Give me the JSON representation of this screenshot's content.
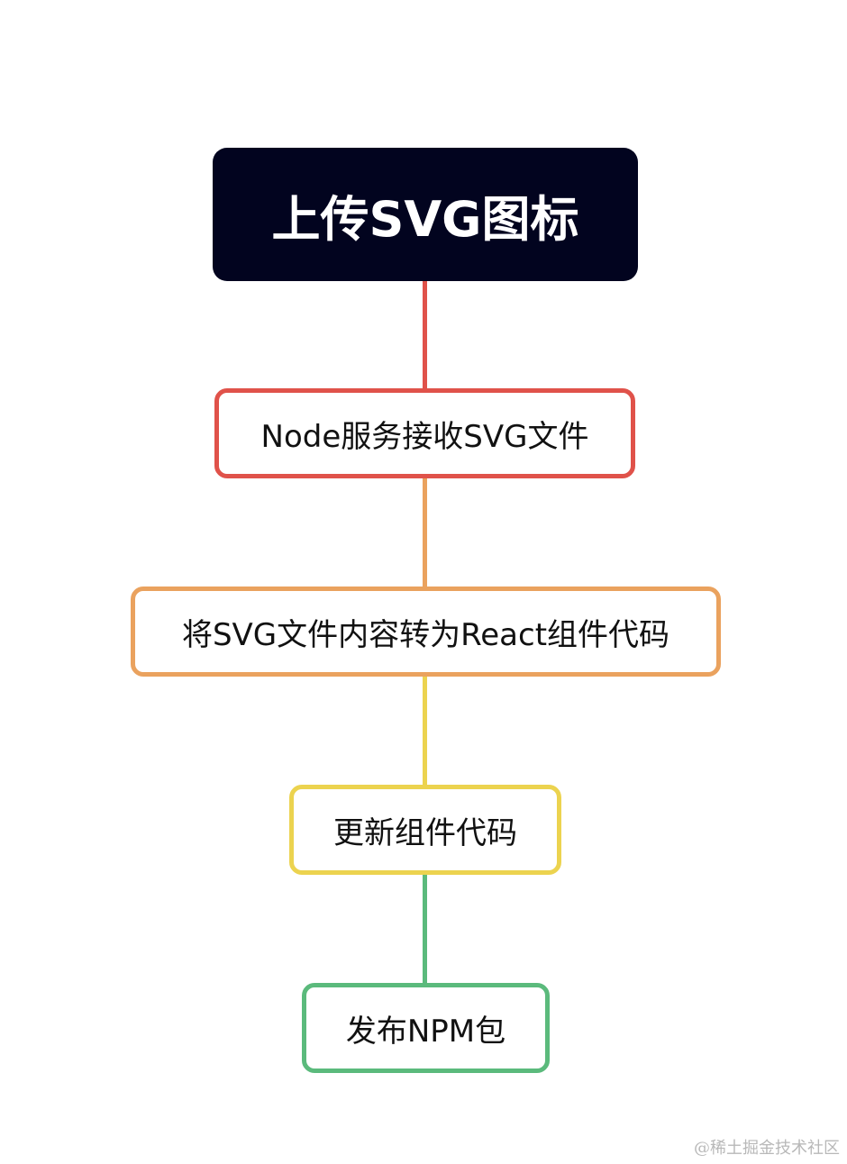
{
  "diagram": {
    "type": "vertical-flowchart",
    "root": {
      "label": "上传SVG图标",
      "background": "#02041f",
      "text_color": "#ffffff"
    },
    "steps": [
      {
        "label": "Node服务接收SVG文件",
        "color": "#e0524a"
      },
      {
        "label": "将SVG文件内容转为React组件代码",
        "color": "#eaa25e"
      },
      {
        "label": "更新组件代码",
        "color": "#ecd34f"
      },
      {
        "label": "发布NPM包",
        "color": "#5bba7c"
      }
    ]
  },
  "watermark": "@稀土掘金技术社区"
}
